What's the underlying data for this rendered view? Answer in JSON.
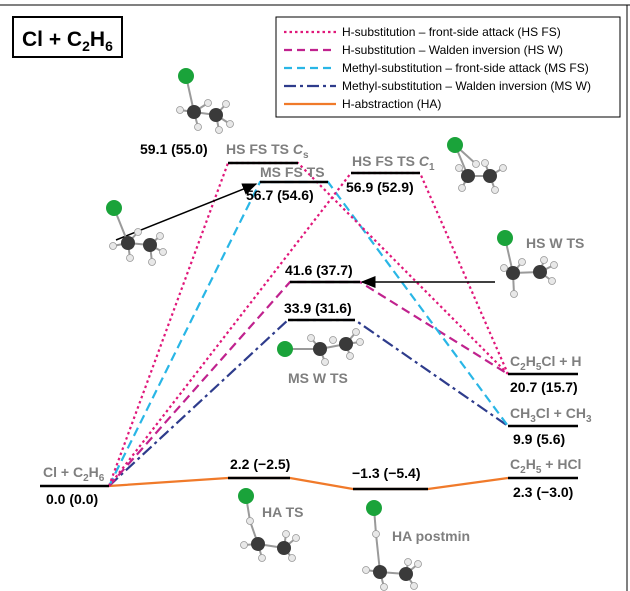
{
  "title": {
    "main": "Cl + C",
    "sub1": "2",
    "mid": "H",
    "sub2": "6"
  },
  "legend": [
    {
      "label": "H-substitution – front-side attack (HS FS)",
      "color": "#e0177a",
      "style": "dotted"
    },
    {
      "label": "H-substitution – Walden inversion (HS W)",
      "color": "#c0228e",
      "style": "dashed"
    },
    {
      "label": "Methyl-substitution – front-side attack (MS FS)",
      "color": "#29b6e6",
      "style": "dashed"
    },
    {
      "label": "Methyl-substitution – Walden inversion (MS W)",
      "color": "#2e3c8c",
      "style": "dashdot"
    },
    {
      "label": "H-abstraction (HA)",
      "color": "#f07a2a",
      "style": "solid"
    }
  ],
  "states": {
    "reactant": {
      "name_a": "Cl + C",
      "name_sub1": "2",
      "name_b": "H",
      "name_sub2": "6",
      "energy": "0.0 (0.0)"
    },
    "hs_fs_cs": {
      "name": "HS FS TS ",
      "italic": "C",
      "sub": "s",
      "energy": "59.1 (55.0)"
    },
    "hs_fs_c1": {
      "name": "HS FS TS ",
      "italic": "C",
      "sub": "1",
      "energy": "56.9 (52.9)"
    },
    "ms_fs": {
      "name": "MS FS TS",
      "energy": "56.7 (54.6)"
    },
    "hs_w": {
      "name": "HS W TS",
      "energy": "41.6 (37.7)"
    },
    "ms_w": {
      "name": "MS W TS",
      "energy": "33.9 (31.6)"
    },
    "c2h5cl_h": {
      "name_a": "C",
      "name_sub1": "2",
      "name_b": "H",
      "name_sub2": "5",
      "name_c": "Cl + H",
      "energy": "20.7 (15.7)"
    },
    "ch3cl_ch3": {
      "name_a": "CH",
      "name_sub1": "3",
      "name_b": "Cl + CH",
      "name_sub2": "3",
      "energy": "9.9 (5.6)"
    },
    "ha_ts": {
      "name": "HA TS",
      "energy": "2.2 (−2.5)"
    },
    "ha_postmin": {
      "name": "HA postmin",
      "energy": "−1.3 (−5.4)"
    },
    "c2h5_hcl": {
      "name_a": "C",
      "name_sub1": "2",
      "name_b": "H",
      "name_sub2": "5",
      "name_c": " + HCl",
      "energy": "2.3 (−3.0)"
    }
  },
  "colors": {
    "chlorine": "#1aa33a",
    "carbon": "#3a3a3a",
    "hydrogen": "#e8e8e8"
  }
}
